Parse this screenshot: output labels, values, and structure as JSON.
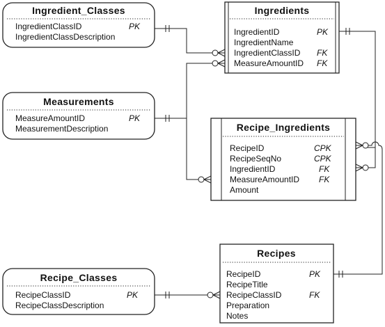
{
  "tables": {
    "ingredient_classes": {
      "title": "Ingredient_Classes",
      "fields": [
        {
          "name": "IngredientClassID",
          "key": "PK"
        },
        {
          "name": "IngredientClassDescription",
          "key": ""
        }
      ]
    },
    "ingredients": {
      "title": "Ingredients",
      "fields": [
        {
          "name": "IngredientID",
          "key": "PK"
        },
        {
          "name": "IngredientName",
          "key": ""
        },
        {
          "name": "IngredientClassID",
          "key": "FK"
        },
        {
          "name": "MeasureAmountID",
          "key": "FK"
        }
      ]
    },
    "measurements": {
      "title": "Measurements",
      "fields": [
        {
          "name": "MeasureAmountID",
          "key": "PK"
        },
        {
          "name": "MeasurementDescription",
          "key": ""
        }
      ]
    },
    "recipe_ingredients": {
      "title": "Recipe_Ingredients",
      "fields": [
        {
          "name": "RecipeID",
          "key": "CPK"
        },
        {
          "name": "RecipeSeqNo",
          "key": "CPK"
        },
        {
          "name": "IngredientID",
          "key": "FK"
        },
        {
          "name": "MeasureAmountID",
          "key": "FK"
        },
        {
          "name": "Amount",
          "key": ""
        }
      ]
    },
    "recipes": {
      "title": "Recipes",
      "fields": [
        {
          "name": "RecipeID",
          "key": "PK"
        },
        {
          "name": "RecipeTitle",
          "key": ""
        },
        {
          "name": "RecipeClassID",
          "key": "FK"
        },
        {
          "name": "Preparation",
          "key": ""
        },
        {
          "name": "Notes",
          "key": ""
        }
      ]
    },
    "recipe_classes": {
      "title": "Recipe_Classes",
      "fields": [
        {
          "name": "RecipeClassID",
          "key": "PK"
        },
        {
          "name": "RecipeClassDescription",
          "key": ""
        }
      ]
    }
  }
}
